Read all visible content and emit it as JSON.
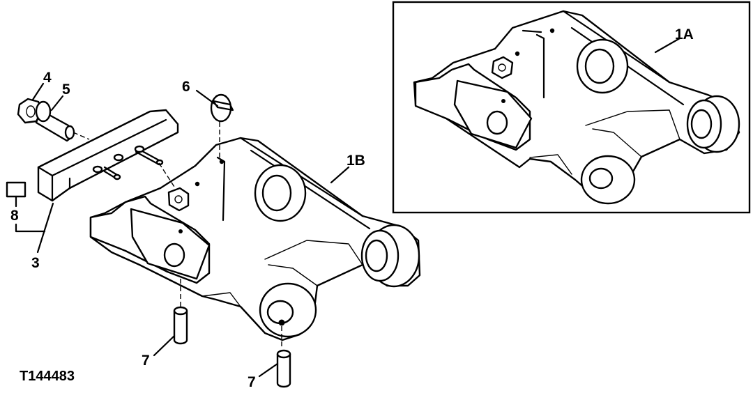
{
  "figure_id": "T144483",
  "callouts": {
    "c1A": "1A",
    "c1B": "1B",
    "c3": "3",
    "c4": "4",
    "c5": "5",
    "c6": "6",
    "c7a": "7",
    "c7b": "7",
    "c8": "8"
  },
  "inset": {
    "frame": "solid-rectangle"
  }
}
